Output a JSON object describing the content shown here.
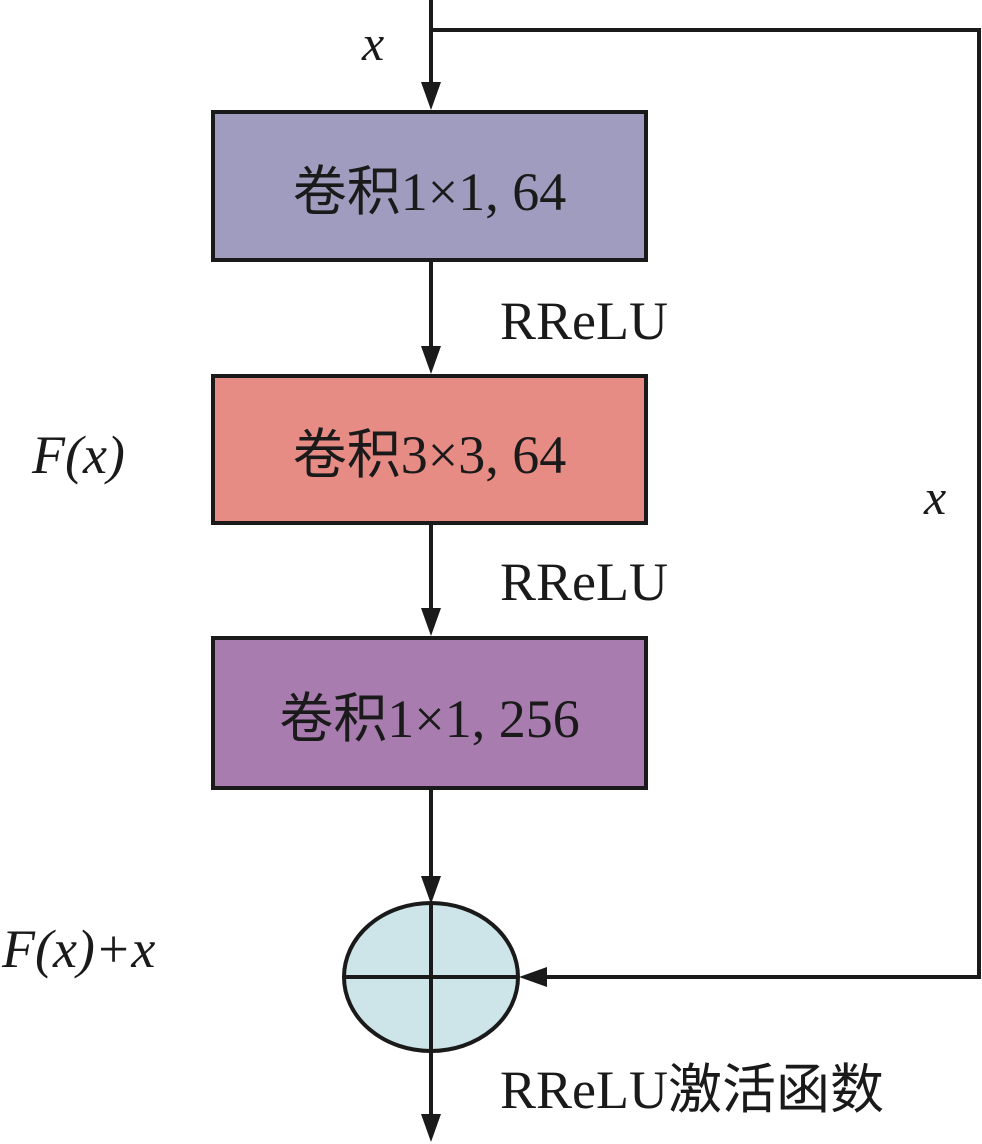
{
  "diagram": {
    "input_label": "x",
    "skip_label": "x",
    "residual_label": "F(x)",
    "sum_label": "F(x)+x",
    "blocks": [
      {
        "text": "卷积1×1, 64",
        "fill": "#a09cbf"
      },
      {
        "text": "卷积3×3, 64",
        "fill": "#e68c84"
      },
      {
        "text": "卷积1×1, 256",
        "fill": "#a87caf"
      }
    ],
    "activations": [
      {
        "text": "RReLU"
      },
      {
        "text": "RReLU"
      },
      {
        "text": "RReLU激活函数"
      }
    ],
    "sum_node_fill": "#cde5e8",
    "line_color": "#1a1a1a"
  }
}
